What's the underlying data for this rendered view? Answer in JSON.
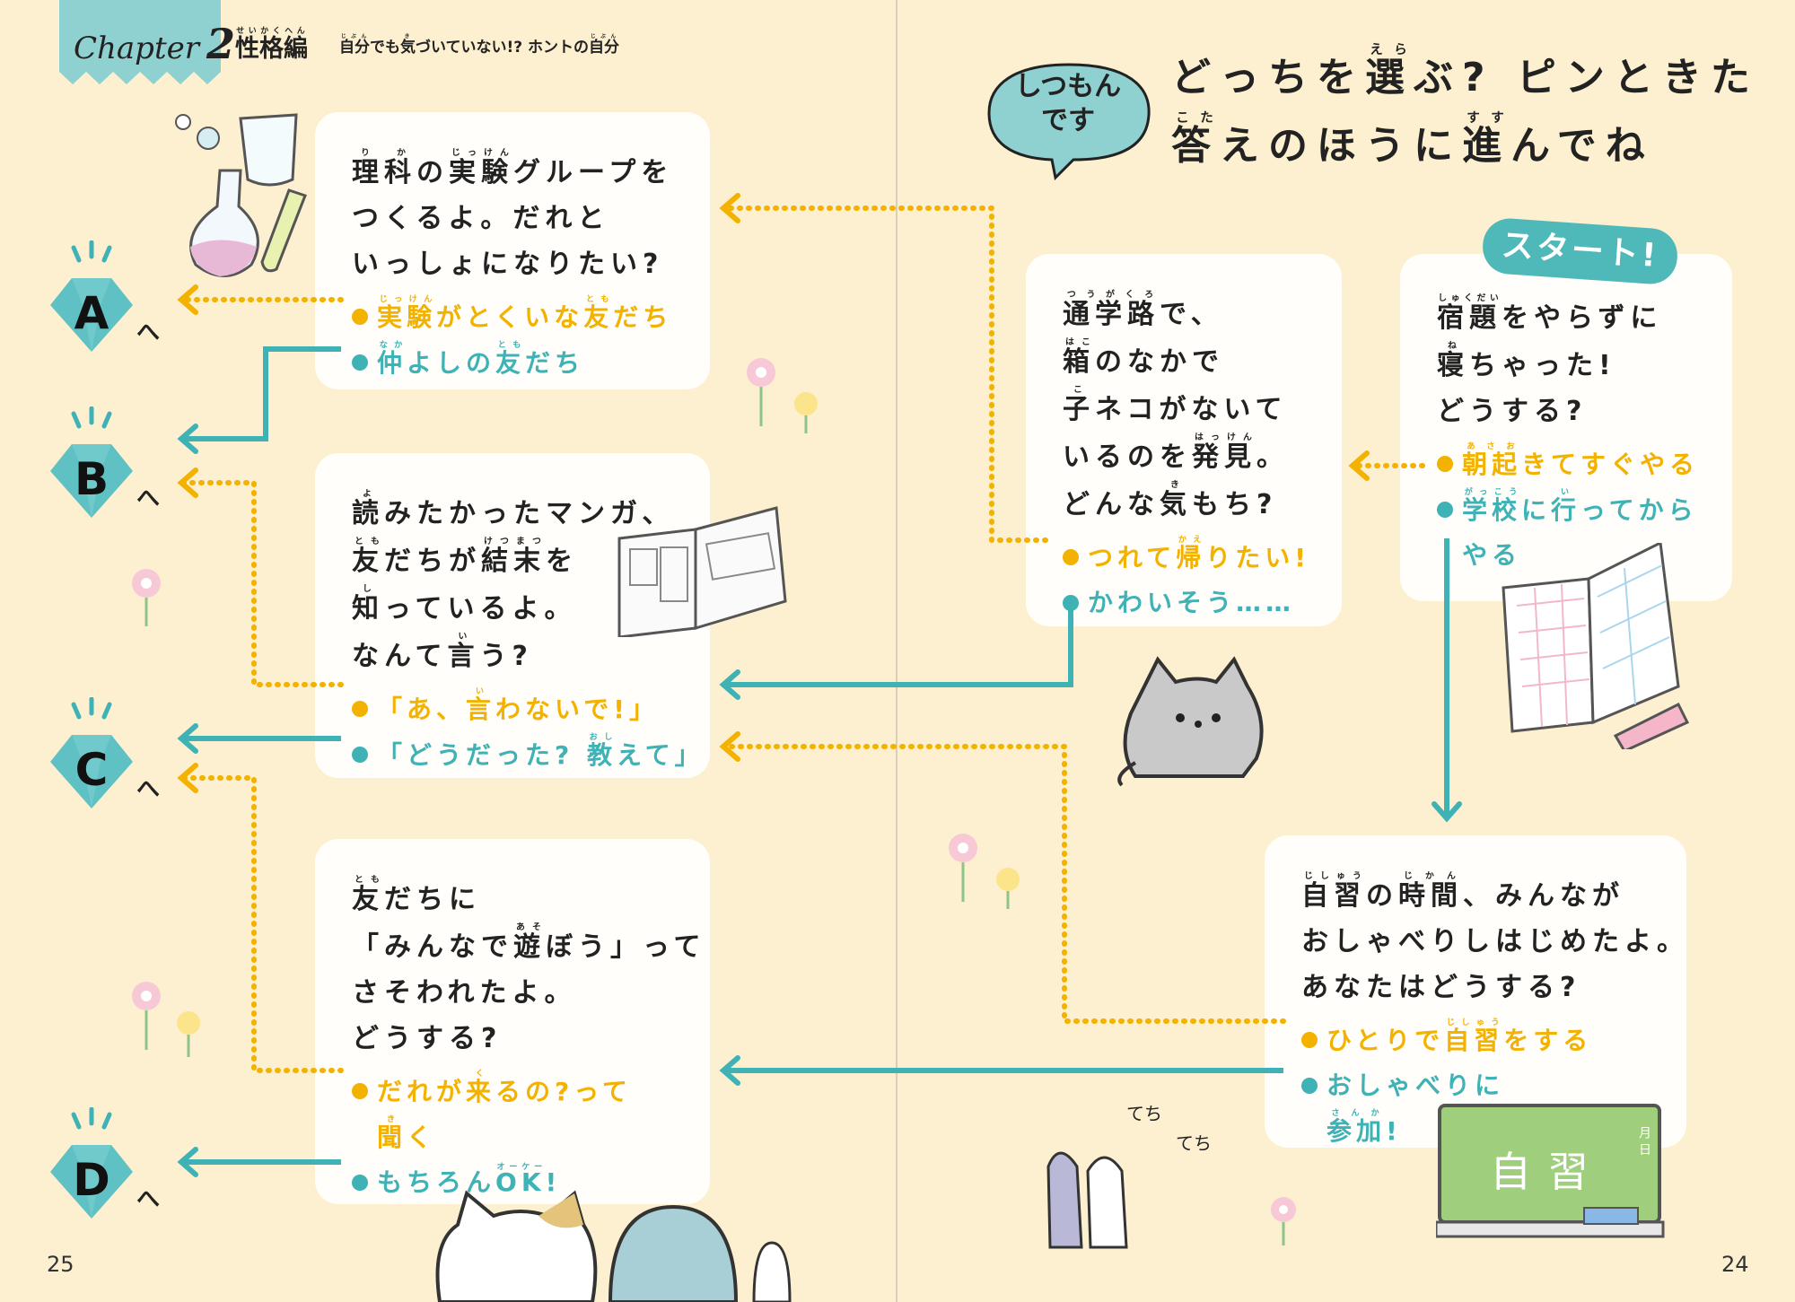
{
  "header": {
    "chapter_label": "Chapter",
    "chapter_number": "2",
    "section_title": [
      [
        {
          "t": "性格編",
          "r": "せいかくへん"
        }
      ]
    ],
    "subtitle": [
      [
        {
          "t": "自分",
          "r": "じぶん"
        },
        "でも",
        {
          "t": "気",
          "r": "き"
        },
        "づいていない!? ホントの",
        {
          "t": "自分",
          "r": "じぶん"
        }
      ]
    ]
  },
  "intro": {
    "bubble_line1": "しつもん",
    "bubble_line2": "です",
    "title": [
      [
        "どっちを",
        {
          "t": "選",
          "r": "えら"
        },
        "ぶ? ピンときた"
      ],
      [
        {
          "t": "答",
          "r": "こた"
        },
        "えのほうに",
        {
          "t": "進",
          "r": "すす"
        },
        "んでね"
      ]
    ]
  },
  "start_badge": "スタート!",
  "cards": {
    "science": {
      "question": [
        [
          {
            "t": "理科",
            "r": "りか"
          },
          "の",
          {
            "t": "実験",
            "r": "じっけん"
          },
          "グループを"
        ],
        [
          "つくるよ。だれと"
        ],
        [
          "いっしょになりたい?"
        ]
      ],
      "options": [
        {
          "color": "orange",
          "lines": [
            [
              {
                "t": "実験",
                "r": "じっけん"
              },
              "がとくいな",
              {
                "t": "友",
                "r": "とも"
              },
              "だち"
            ]
          ]
        },
        {
          "color": "teal",
          "lines": [
            [
              {
                "t": "仲",
                "r": "なか"
              },
              "よしの",
              {
                "t": "友",
                "r": "とも"
              },
              "だち"
            ]
          ]
        }
      ]
    },
    "manga": {
      "question": [
        [
          {
            "t": "読",
            "r": "よ"
          },
          "みたかったマンガ、"
        ],
        [
          {
            "t": "友",
            "r": "とも"
          },
          "だちが",
          {
            "t": "結末",
            "r": "けつまつ"
          },
          "を"
        ],
        [
          {
            "t": "知",
            "r": "し"
          },
          "っているよ。"
        ],
        [
          "なんて",
          {
            "t": "言",
            "r": "い"
          },
          "う?"
        ]
      ],
      "options": [
        {
          "color": "orange",
          "lines": [
            [
              "「あ、",
              {
                "t": "言",
                "r": "い"
              },
              "わないで!」"
            ]
          ]
        },
        {
          "color": "teal",
          "lines": [
            [
              "「どうだった? ",
              {
                "t": "教",
                "r": "おし"
              },
              "えて」"
            ]
          ]
        }
      ]
    },
    "play": {
      "question": [
        [
          {
            "t": "友",
            "r": "とも"
          },
          "だちに"
        ],
        [
          "「みんなで",
          {
            "t": "遊",
            "r": "あそ"
          },
          "ぼう」って"
        ],
        [
          "さそわれたよ。"
        ],
        [
          "どうする?"
        ]
      ],
      "options": [
        {
          "color": "orange",
          "lines": [
            [
              "だれが",
              {
                "t": "来",
                "r": "く"
              },
              "るの?って"
            ],
            [
              {
                "t": "聞",
                "r": "き"
              },
              "く"
            ]
          ]
        },
        {
          "color": "teal",
          "lines": [
            [
              "もちろん",
              {
                "t": "OK",
                "r": "オーケー"
              },
              "!"
            ]
          ]
        }
      ]
    },
    "kitten": {
      "question": [
        [
          {
            "t": "通学路",
            "r": "つうがくろ"
          },
          "で、"
        ],
        [
          {
            "t": "箱",
            "r": "はこ"
          },
          "のなかで"
        ],
        [
          {
            "t": "子",
            "r": "こ"
          },
          "ネコがないて"
        ],
        [
          "いるのを",
          {
            "t": "発見",
            "r": "はっけん"
          },
          "。"
        ],
        [
          "どんな",
          {
            "t": "気",
            "r": "き"
          },
          "もち?"
        ]
      ],
      "options": [
        {
          "color": "orange",
          "lines": [
            [
              "つれて",
              {
                "t": "帰",
                "r": "かえ"
              },
              "りたい!"
            ]
          ]
        },
        {
          "color": "teal",
          "lines": [
            [
              "かわいそう……"
            ]
          ]
        }
      ]
    },
    "start": {
      "question": [
        [
          {
            "t": "宿題",
            "r": "しゅくだい"
          },
          "をやらずに"
        ],
        [
          {
            "t": "寝",
            "r": "ね"
          },
          "ちゃった!"
        ],
        [
          "どうする?"
        ]
      ],
      "options": [
        {
          "color": "orange",
          "lines": [
            [
              {
                "t": "朝起",
                "r": "あさお"
              },
              "きてすぐやる"
            ]
          ]
        },
        {
          "color": "teal",
          "lines": [
            [
              {
                "t": "学校",
                "r": "がっこう"
              },
              "に",
              {
                "t": "行",
                "r": "い"
              },
              "ってから"
            ],
            [
              "やる"
            ]
          ]
        }
      ]
    },
    "study": {
      "question": [
        [
          {
            "t": "自習",
            "r": "じしゅう"
          },
          "の",
          {
            "t": "時間",
            "r": "じかん"
          },
          "、みんなが"
        ],
        [
          "おしゃべりしはじめたよ。"
        ],
        [
          "あなたはどうする?"
        ]
      ],
      "options": [
        {
          "color": "orange",
          "lines": [
            [
              "ひとりで",
              {
                "t": "自習",
                "r": "じしゅう"
              },
              "をする"
            ]
          ]
        },
        {
          "color": "teal",
          "lines": [
            [
              "おしゃべりに"
            ],
            [
              {
                "t": "参加",
                "r": "さんか"
              },
              "!"
            ]
          ]
        }
      ]
    }
  },
  "results": [
    {
      "letter": "A",
      "suffix": "へ"
    },
    {
      "letter": "B",
      "suffix": "へ"
    },
    {
      "letter": "C",
      "suffix": "へ"
    },
    {
      "letter": "D",
      "suffix": "へ"
    }
  ],
  "chalkboard": {
    "text": "自習",
    "date": "月 日"
  },
  "onomatopoeia": {
    "a": "てち",
    "b": "てち"
  },
  "page_numbers": {
    "left": "25",
    "right": "24"
  },
  "colors": {
    "background": "#fdf0d0",
    "teal": "#3fb2b6",
    "orange": "#f3b100",
    "tab": "#8fd0d0",
    "card": "#fffefa"
  }
}
